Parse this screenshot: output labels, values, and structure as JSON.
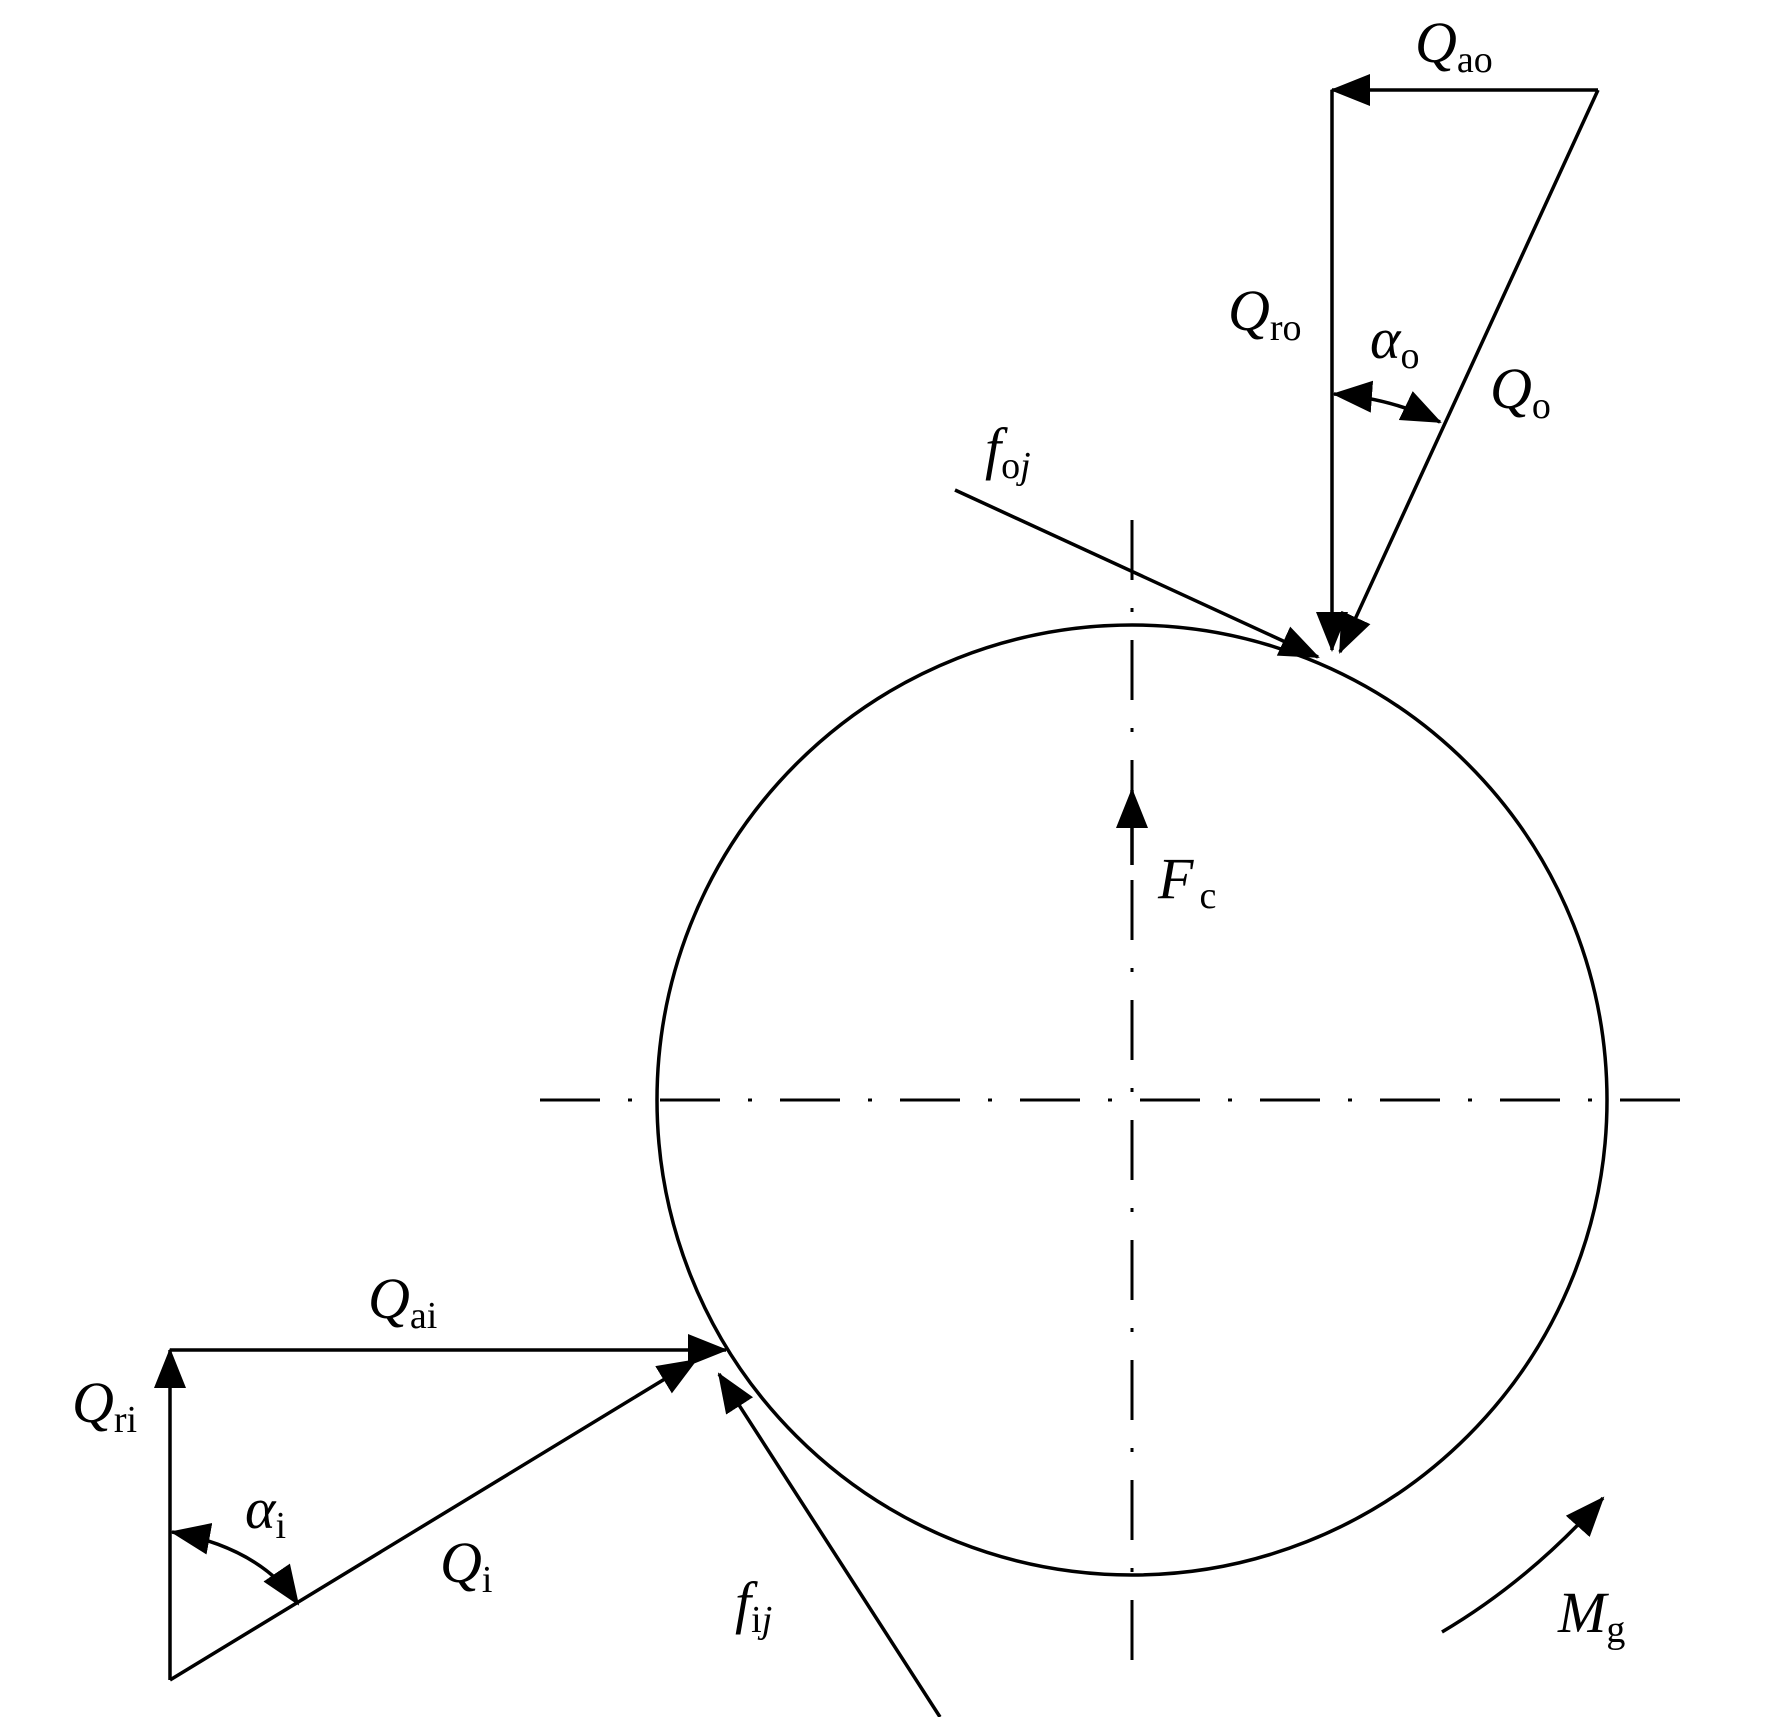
{
  "labels": {
    "Q_ao": {
      "main": "Q",
      "sub": "ao"
    },
    "Q_ro": {
      "main": "Q",
      "sub": "ro"
    },
    "alpha_o": {
      "main": "α",
      "sub": "o"
    },
    "Q_o": {
      "main": "Q",
      "sub": "o"
    },
    "f_oj": {
      "main": "f",
      "sub": "o",
      "sub2": "j"
    },
    "F_c": {
      "main": "F",
      "sub": "c"
    },
    "Q_ai": {
      "main": "Q",
      "sub": "ai"
    },
    "Q_ri": {
      "main": "Q",
      "sub": "ri"
    },
    "alpha_i": {
      "main": "α",
      "sub": "i"
    },
    "Q_i": {
      "main": "Q",
      "sub": "i"
    },
    "f_ij": {
      "main": "f",
      "sub": "i",
      "sub2": "j"
    },
    "M_g": {
      "main": "M",
      "sub": "g"
    }
  },
  "colors": {
    "stroke": "#000000",
    "background": "#ffffff"
  }
}
